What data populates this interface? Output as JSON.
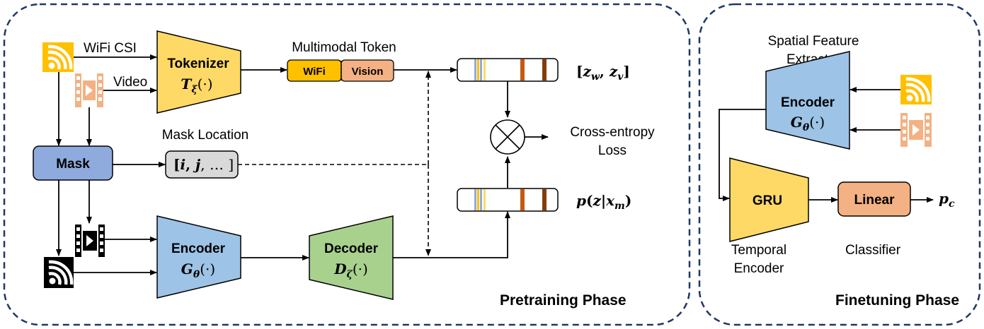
{
  "pretraining": {
    "phase_label": "Pretraining Phase",
    "input_wifi_label": "WiFi CSI",
    "input_video_label": "Video",
    "tokenizer": {
      "name": "Tokenizer",
      "formula": "T_ξ(·)"
    },
    "multimodal_token": {
      "title": "Multimodal Token",
      "wifi_part": "WiFi",
      "vision_part": "Vision"
    },
    "mask": {
      "name": "Mask"
    },
    "mask_location": {
      "title": "Mask Location",
      "value": "[i, j, ...]"
    },
    "encoder": {
      "name": "Encoder",
      "formula": "G_θ(·)"
    },
    "decoder": {
      "name": "Decoder",
      "formula": "D_ζ(·)"
    },
    "target_tokens_label": "[z_w, z_v]",
    "predicted_tokens_label": "p(z|x_m)",
    "loss_label_line1": "Cross-entropy",
    "loss_label_line2": "Loss"
  },
  "finetuning": {
    "phase_label": "Finetuning Phase",
    "spatial_title_line1": "Spatial Feature",
    "spatial_title_line2": "Extractor",
    "encoder": {
      "name": "Encoder",
      "formula": "G_θ(·)"
    },
    "gru": {
      "name": "GRU"
    },
    "linear": {
      "name": "Linear"
    },
    "output_label": "p_c",
    "temporal_label_line1": "Temporal",
    "temporal_label_line2": "Encoder",
    "classifier_label": "Classifier"
  },
  "colors": {
    "tokenizer_fill": "#ffd966",
    "wifi_token_fill": "#ffc000",
    "vision_token_fill": "#f4b183",
    "mask_fill": "#8faadc",
    "mask_location_fill": "#d9d9d9",
    "encoder_fill": "#9dc3e6",
    "decoder_fill": "#a9d18e",
    "gru_fill": "#ffd966",
    "linear_fill": "#f4b183",
    "wifi_icon": "#ffc000",
    "video_icon": "#f4b183",
    "masked_icon": "#000000",
    "frame_dashed": "#1f3864"
  },
  "icons": {
    "wifi_input": "wifi-icon",
    "video_input": "video-icon",
    "masked_wifi": "masked-wifi-icon",
    "masked_video": "masked-video-icon",
    "multiply": "multiply-circle-icon"
  }
}
